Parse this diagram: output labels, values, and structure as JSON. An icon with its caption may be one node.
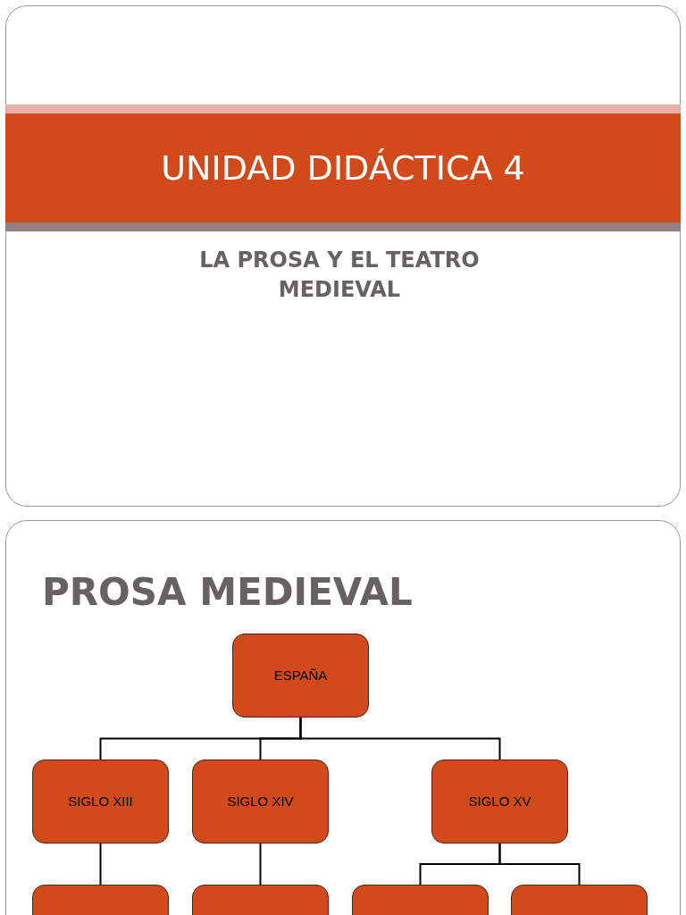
{
  "diagram": {
    "nodes": [
      {
        "text": [
          "UNIDAD DIDÁCTICA 4"
        ]
      },
      {
        "text": [
          "ESPAÑA"
        ]
      },
      {
        "text": [
          "SIGLO XIII"
        ]
      },
      {
        "text": [
          "SIGLO XIV"
        ]
      },
      {
        "text": [
          "SIGLO XV"
        ]
      },
      {
        "text": [],
        "shape": "box"
      },
      {
        "text": [],
        "shape": "box"
      },
      {
        "text": [],
        "shape": "box"
      },
      {
        "text": [],
        "shape": "box"
      }
    ],
    "edges": [
      {
        "from": 1,
        "to": 2,
        "arrow": "none"
      },
      {
        "from": 1,
        "to": 3,
        "arrow": "none"
      },
      {
        "from": 1,
        "to": 4,
        "arrow": "none"
      },
      {
        "from": 2,
        "to": 5,
        "arrow": "none"
      },
      {
        "from": 3,
        "to": 6,
        "arrow": "none"
      },
      {
        "from": 4,
        "to": 7,
        "arrow": "none"
      },
      {
        "from": 4,
        "to": 8,
        "arrow": "none"
      }
    ],
    "labels": [
      "LA PROSA Y EL TEATRO MEDIEVAL",
      "PROSA MEDIEVAL"
    ]
  }
}
